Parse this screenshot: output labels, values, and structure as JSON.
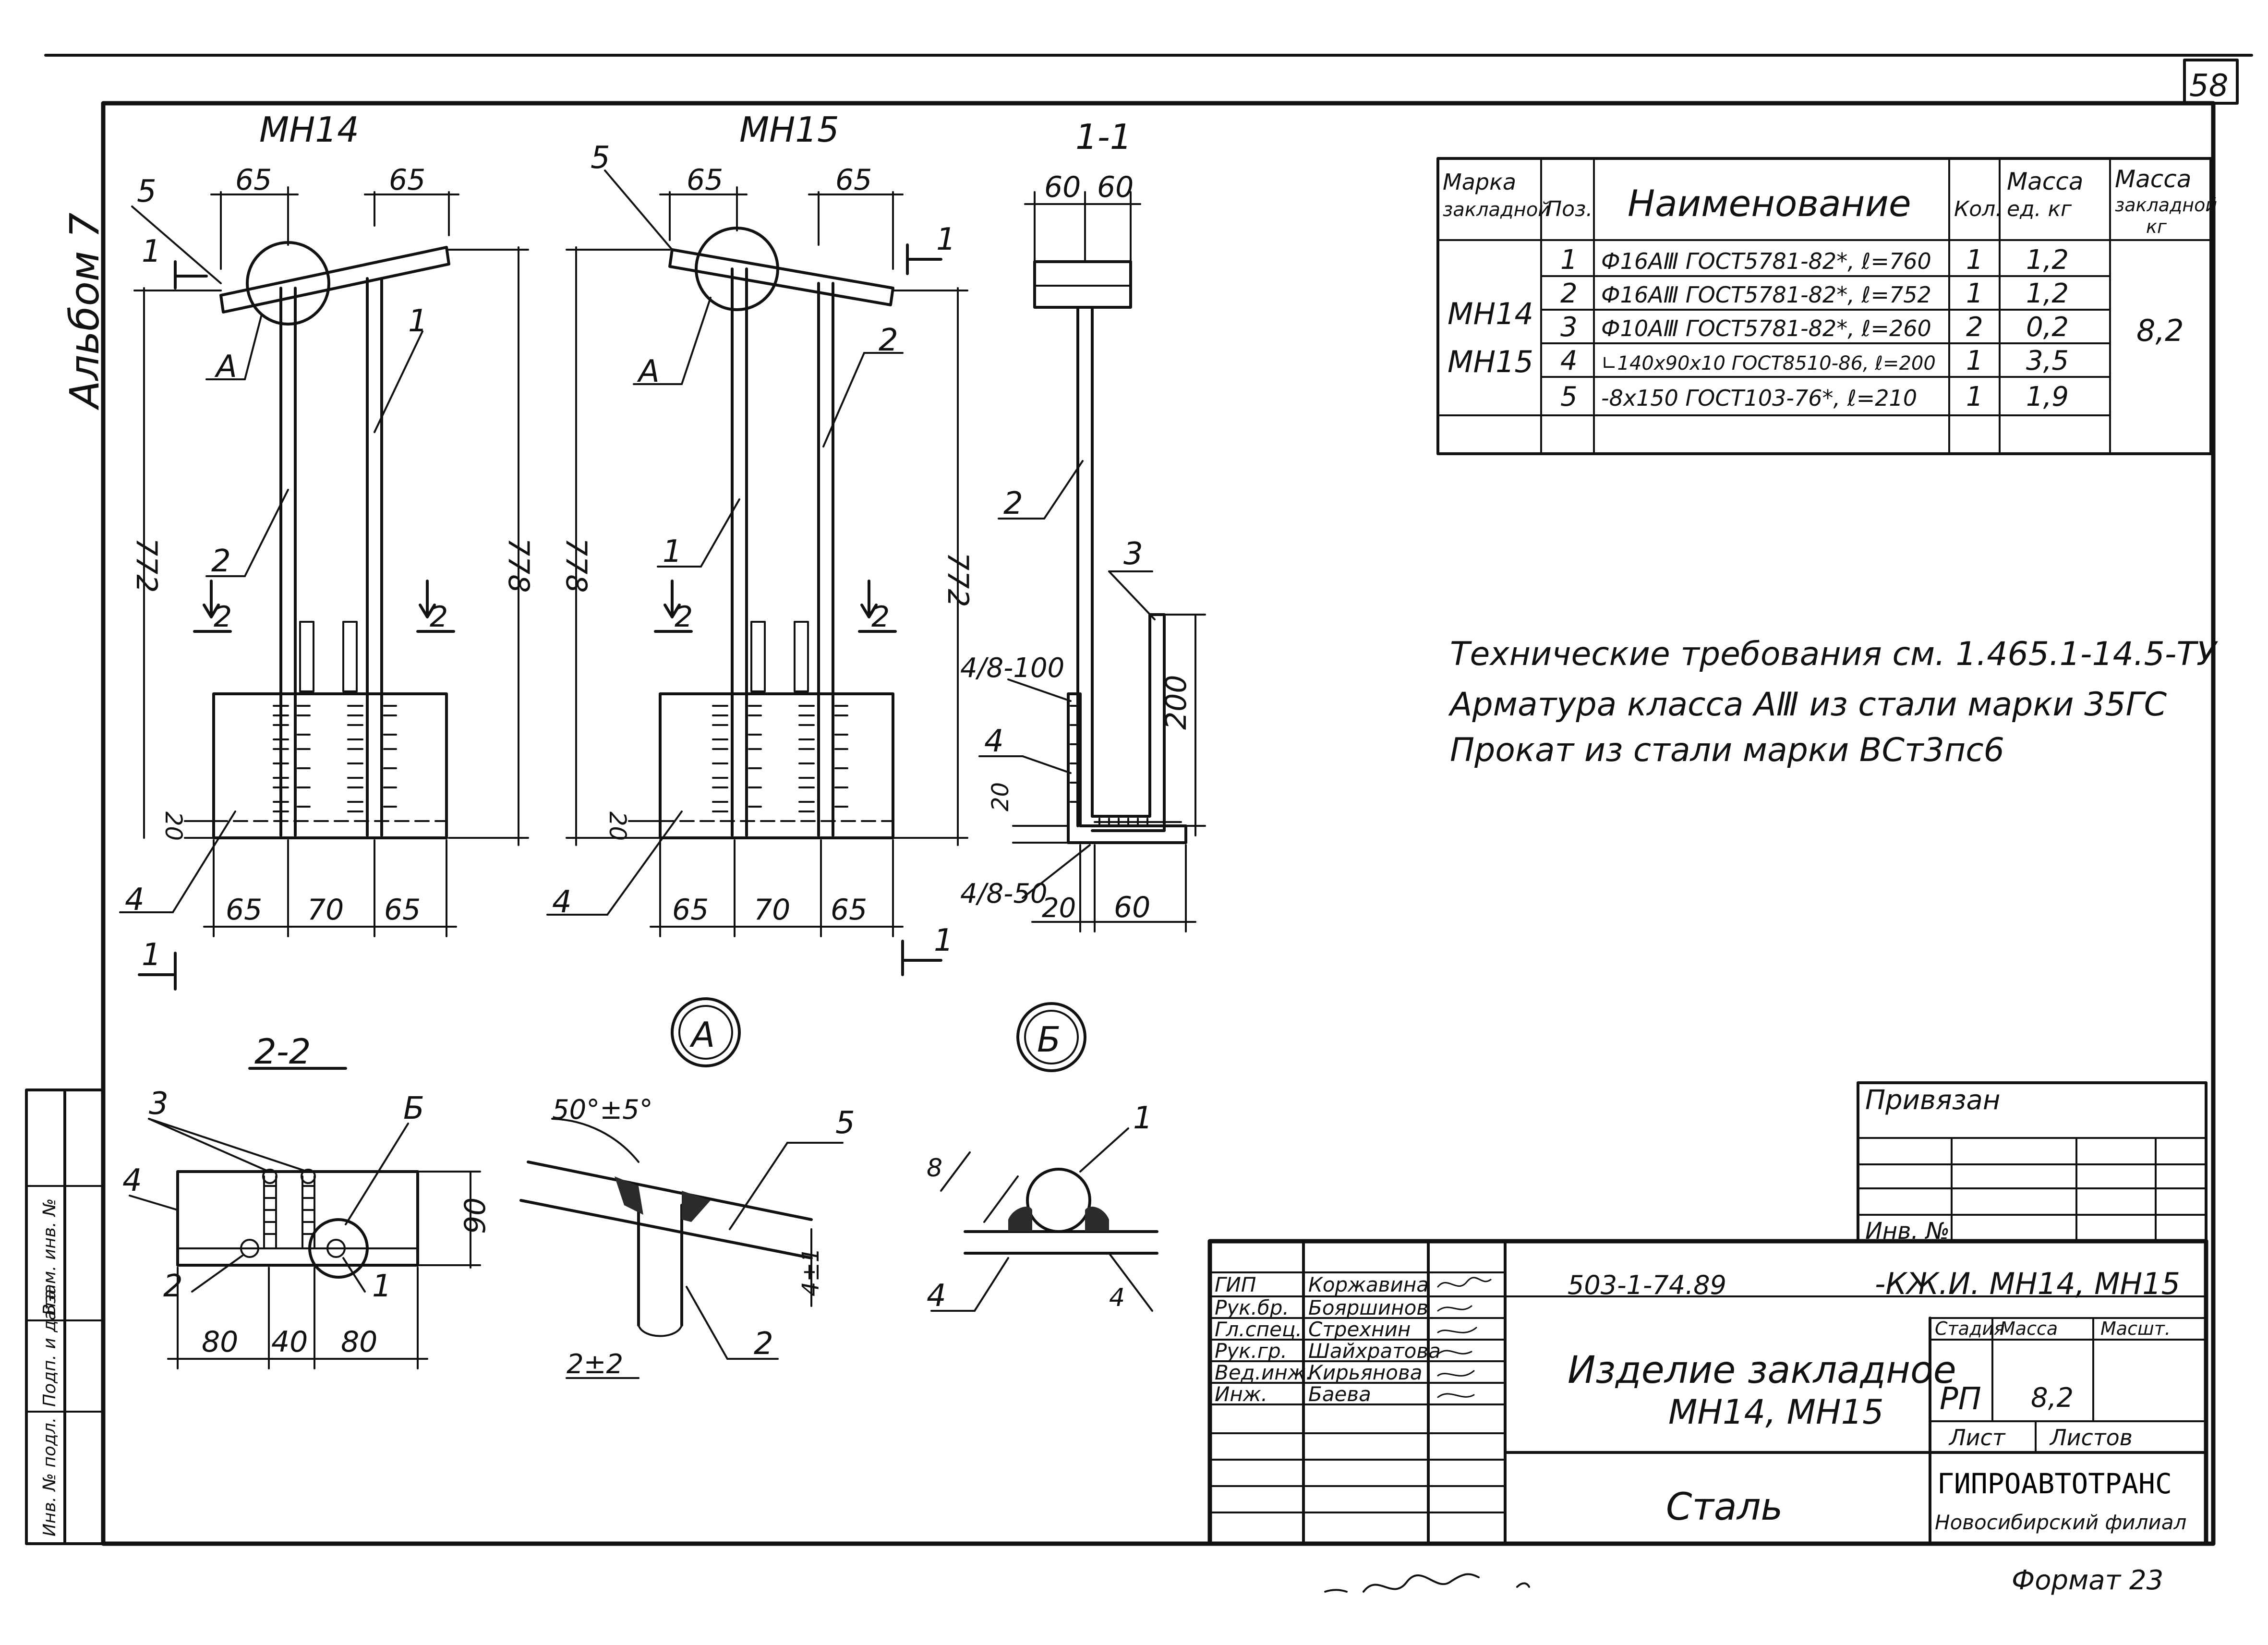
{
  "sheet": {
    "number": "58",
    "album": "Альбом 7",
    "signature": "",
    "format": "Формат 23"
  },
  "views": {
    "mn14": {
      "title": "МН14"
    },
    "mn15": {
      "title": "МН15"
    },
    "section_1_1": {
      "title": "1-1"
    },
    "section_2_2": {
      "title": "2-2"
    },
    "detail_a": {
      "title": "А"
    },
    "detail_b": {
      "title": "Б"
    }
  },
  "dims": {
    "d65": "65",
    "d70": "70",
    "d60": "60",
    "d20": "20",
    "d80": "80",
    "d40": "40",
    "d90": "90",
    "d200": "200",
    "d772": "772",
    "d778": "778",
    "d8": "8",
    "d4": "4",
    "weld1": "4/8-100",
    "weld2": "4/8-50",
    "angle": "50°±5°",
    "gap": "2±2",
    "tol": "4±1"
  },
  "marks": {
    "pos1": "1",
    "pos2": "2",
    "pos3": "3",
    "pos4": "4",
    "pos5": "5",
    "A": "А",
    "B": "Б",
    "cut1": "1",
    "cut2": "2"
  },
  "spec_table": {
    "headers": {
      "mark": [
        "Марка",
        "закладной"
      ],
      "pos": "Поз.",
      "name": "Наименование",
      "qty": "Кол.",
      "unit_mass": [
        "Масса",
        "ед. кг"
      ],
      "total_mass": [
        "Масса",
        "закладной",
        "кг"
      ]
    },
    "marks": [
      "МН14",
      "МН15"
    ],
    "total_mass": "8,2",
    "rows": [
      {
        "pos": "1",
        "name": "Ф16АⅢ ГОСТ5781-82*, ℓ=760",
        "qty": "1",
        "mass": "1,2"
      },
      {
        "pos": "2",
        "name": "Ф16АⅢ ГОСТ5781-82*, ℓ=752",
        "qty": "1",
        "mass": "1,2"
      },
      {
        "pos": "3",
        "name": "Ф10АⅢ ГОСТ5781-82*, ℓ=260",
        "qty": "2",
        "mass": "0,2"
      },
      {
        "pos": "4",
        "name": "∟140x90x10 ГОСТ8510-86, ℓ=200",
        "qty": "1",
        "mass": "3,5"
      },
      {
        "pos": "5",
        "name": "-8x150 ГОСТ103-76*, ℓ=210",
        "qty": "1",
        "mass": "1,9"
      }
    ]
  },
  "notes": [
    "Технические требования см. 1.465.1-14.5-ТУ",
    "Арматура  класса АⅢ из стали марки 35ГС",
    "Прокат из стали марки ВСт3пс6"
  ],
  "side_stamp": [
    "Инв. № подл.",
    "Подп. и дата",
    "Взам. инв. №"
  ],
  "binding_block": {
    "title": "Привязан",
    "inv": "Инв. №"
  },
  "title_block": {
    "doc_code": "503-1-74.89",
    "doc_suffix": "-КЖ.И. МН14, МН15",
    "name_line1": "Изделие закладное",
    "name_line2": "МН14, МН15",
    "material": "Сталь",
    "stage_label": "Стадия",
    "mass_label": "Масса",
    "scale_label": "Масшт.",
    "stage": "РП",
    "mass": "8,2",
    "sheet_label": "Лист",
    "sheets_label": "Листов",
    "org": "ГИПРОАВТОТРАНС",
    "branch": "Новосибирский филиал",
    "people": [
      {
        "role": "ГИП",
        "name": "Коржавина",
        "sign": ""
      },
      {
        "role": "Рук.бр.",
        "name": "Бояршинов",
        "sign": ""
      },
      {
        "role": "Гл.спец.",
        "name": "Стрехнин",
        "sign": ""
      },
      {
        "role": "Рук.гр.",
        "name": "Шайхратова",
        "sign": ""
      },
      {
        "role": "Вед.инж.",
        "name": "Кирьянова",
        "sign": ""
      },
      {
        "role": "Инж.",
        "name": "Баева",
        "sign": ""
      }
    ]
  }
}
